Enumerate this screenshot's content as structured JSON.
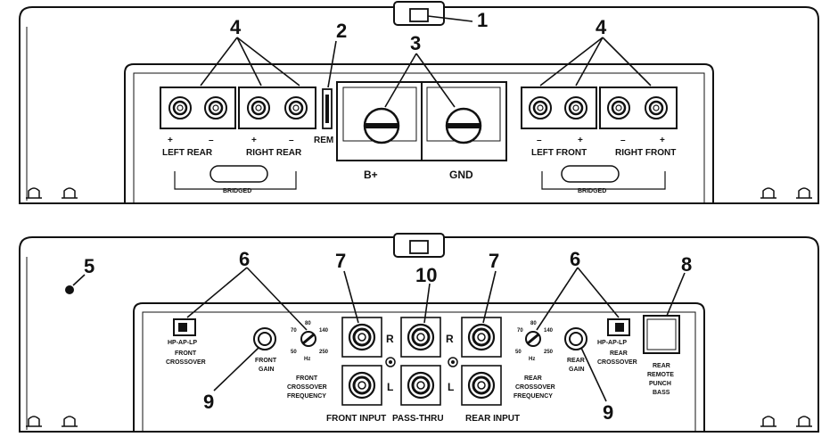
{
  "callouts": {
    "c1": "1",
    "c2": "2",
    "c3": "3",
    "c4": "4",
    "c5": "5",
    "c6": "6",
    "c7": "7",
    "c8": "8",
    "c9": "9",
    "c10": "10"
  },
  "top_panel": {
    "plus": "+",
    "minus": "–",
    "left_rear": "LEFT REAR",
    "right_rear": "RIGHT REAR",
    "left_front": "LEFT FRONT",
    "right_front": "RIGHT FRONT",
    "rem": "REM",
    "bplus": "B+",
    "gnd": "GND",
    "bridged": "BRIDGED"
  },
  "bottom_panel": {
    "hp_ap_lp": "HP-AP-LP",
    "front_crossover": [
      "FRONT",
      "CROSSOVER"
    ],
    "rear_crossover": [
      "REAR",
      "CROSSOVER"
    ],
    "front_gain": [
      "FRONT",
      "GAIN"
    ],
    "rear_gain": [
      "REAR",
      "GAIN"
    ],
    "front_crossover_frequency": [
      "FRONT",
      "CROSSOVER",
      "FREQUENCY"
    ],
    "rear_crossover_frequency": [
      "REAR",
      "CROSSOVER",
      "FREQUENCY"
    ],
    "dial_scale": {
      "v50": "50",
      "v70": "70",
      "v80": "80",
      "v140": "140",
      "v250": "250",
      "hz": "Hz"
    },
    "r": "R",
    "l": "L",
    "front_input": "FRONT INPUT",
    "pass_thru": "PASS-THRU",
    "rear_input": "REAR INPUT",
    "rear_remote_punch_bass": [
      "REAR",
      "REMOTE",
      "PUNCH",
      "BASS"
    ]
  }
}
